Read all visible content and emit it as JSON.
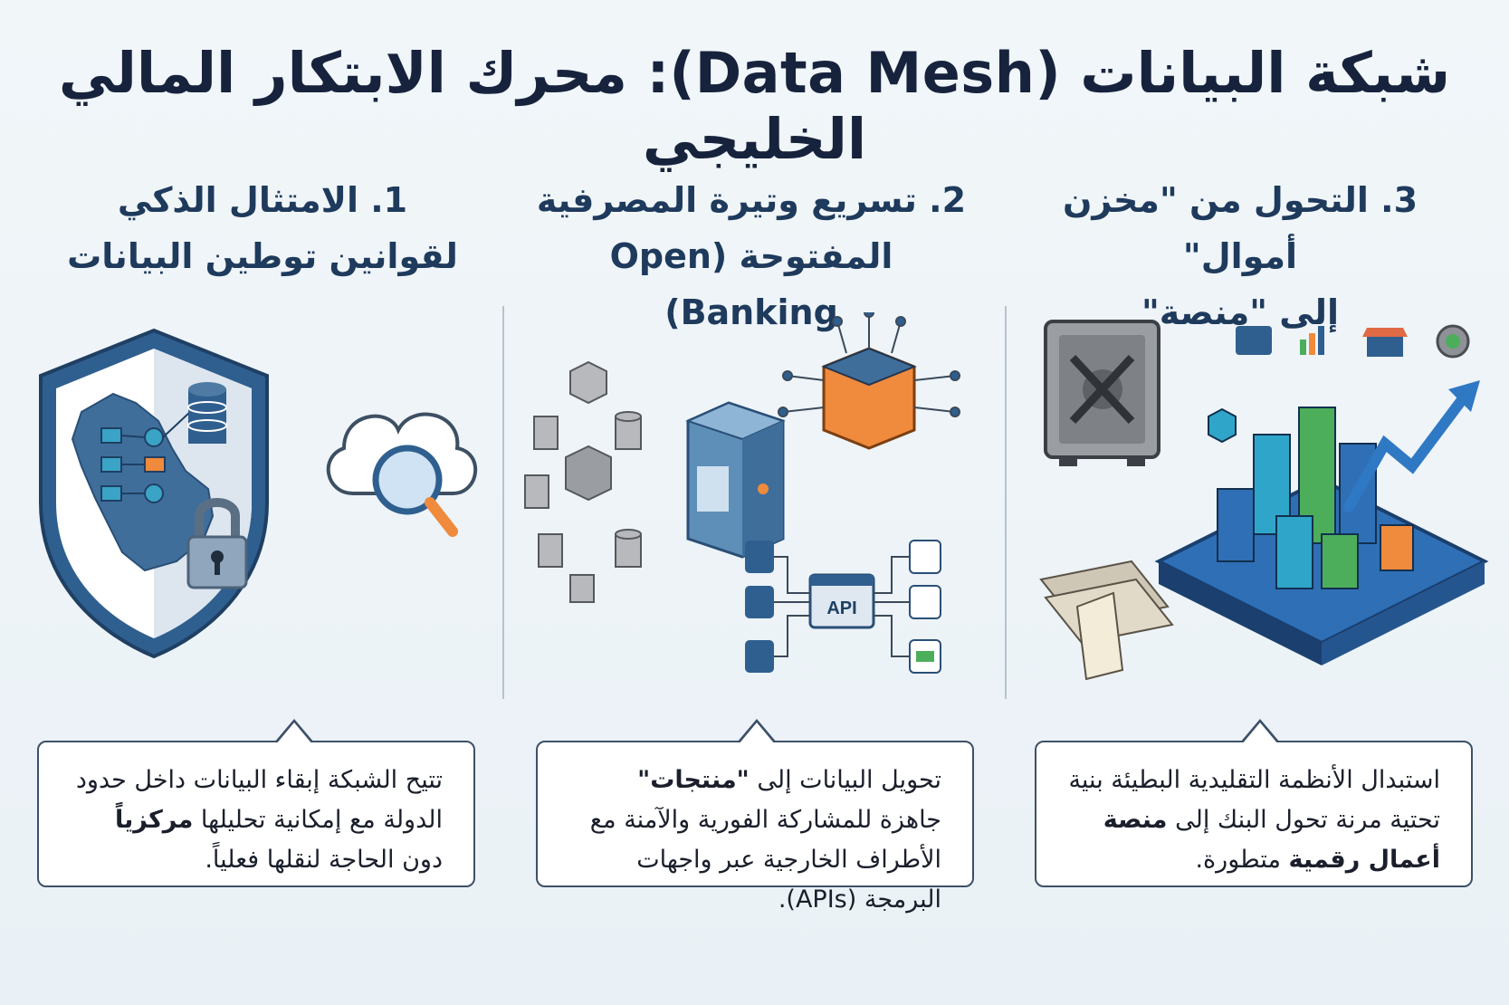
{
  "title": "شبكة البيانات (Data Mesh): محرك الابتكار المالي الخليجي",
  "columns": [
    {
      "heading_line1": "3. التحول من \"مخزن أموال\"",
      "heading_line2": "إلى \"منصة\"",
      "desc_parts": [
        "استبدال الأنظمة التقليدية البطيئة بنية تحتية مرنة تحول البنك إلى ",
        "منصة أعمال رقمية",
        " متطورة."
      ]
    },
    {
      "heading_line1": "2. تسريع وتيرة المصرفية",
      "heading_line2": "المفتوحة (Open Banking)",
      "desc_parts": [
        "تحويل البيانات إلى ",
        "\"منتجات\"",
        " جاهزة للمشاركة الفورية والآمنة مع الأطراف الخارجية عبر واجهات البرمجة (APIs)."
      ]
    },
    {
      "heading_line1": "1. الامتثال الذكي",
      "heading_line2": "لقوانين توطين البيانات",
      "desc_parts": [
        "تتيح الشبكة إبقاء البيانات داخل حدود الدولة مع إمكانية تحليلها ",
        "مركزياً",
        " دون الحاجة لنقلها فعلياً."
      ]
    }
  ],
  "api_label": "API",
  "colors": {
    "navy": "#2f5f8f",
    "steel": "#4f7aa3",
    "orange": "#f08a3c",
    "green": "#4cae5b",
    "cyan": "#2fa6c9",
    "grey": "#8e9196"
  }
}
